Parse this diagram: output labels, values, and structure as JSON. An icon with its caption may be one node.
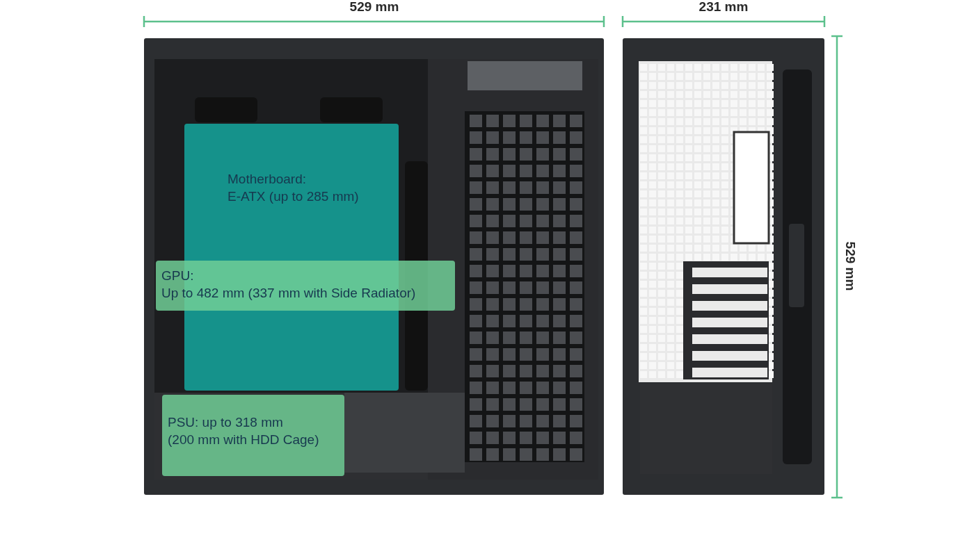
{
  "diagram": {
    "nodes": [
      {
        "text": [
          "Motherboard:",
          "E-ATX (up to 285 mm)"
        ]
      },
      {
        "text": [
          "GPU:",
          "Up to 482 mm (337 mm with Side Radiator)"
        ]
      },
      {
        "text": [
          "PSU: up to 318 mm",
          "(200 mm with HDD Cage)"
        ]
      }
    ],
    "labels": [
      "529 mm",
      "231 mm",
      "529 mm"
    ]
  }
}
